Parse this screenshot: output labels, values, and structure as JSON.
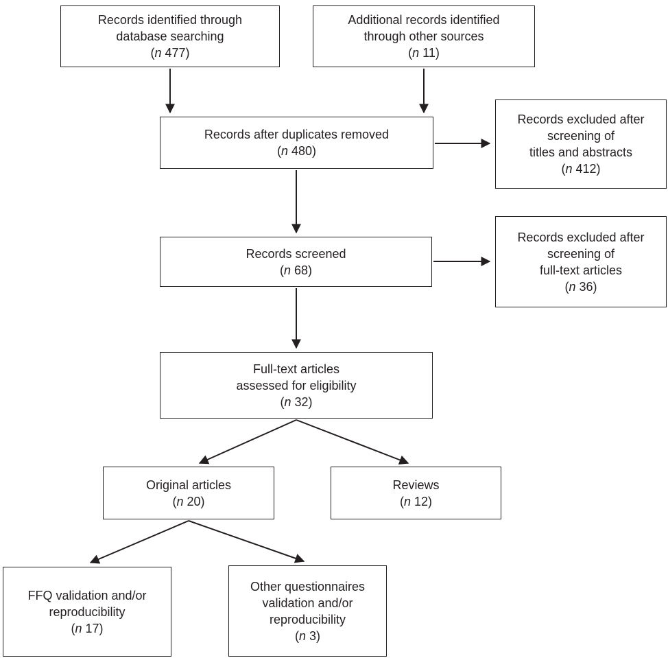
{
  "diagram": {
    "title": "PRISMA-style study selection flow diagram",
    "count_format": {
      "open": "(",
      "n": "n",
      "close": ")"
    },
    "boxes": {
      "identified": {
        "label": "Records identified through\ndatabase searching",
        "value": "477"
      },
      "additional": {
        "label": "Additional records identified\nthrough other sources",
        "value": "11"
      },
      "duplicates_removed": {
        "label": "Records after duplicates removed",
        "value": "480"
      },
      "excluded_titles": {
        "label": "Records excluded after\nscreening of\ntitles and abstracts",
        "value": "412"
      },
      "screened": {
        "label": "Records screened",
        "value": "68"
      },
      "excluded_fulltext": {
        "label": "Records excluded after\nscreening of\nfull-text articles",
        "value": "36"
      },
      "eligibility": {
        "label": "Full-text articles\nassessed for eligibility",
        "value": "32"
      },
      "original": {
        "label": "Original articles",
        "value": "20"
      },
      "reviews": {
        "label": "Reviews",
        "value": "12"
      },
      "ffq": {
        "label": "FFQ validation and/or\nreproducibility",
        "value": "17"
      },
      "other_questionnaires": {
        "label": "Other questionnaires\nvalidation and/or\nreproducibility",
        "value": "3"
      }
    },
    "colors": {
      "line": "#231f20",
      "box_background": "#ffffff",
      "text": "#231f20"
    }
  }
}
